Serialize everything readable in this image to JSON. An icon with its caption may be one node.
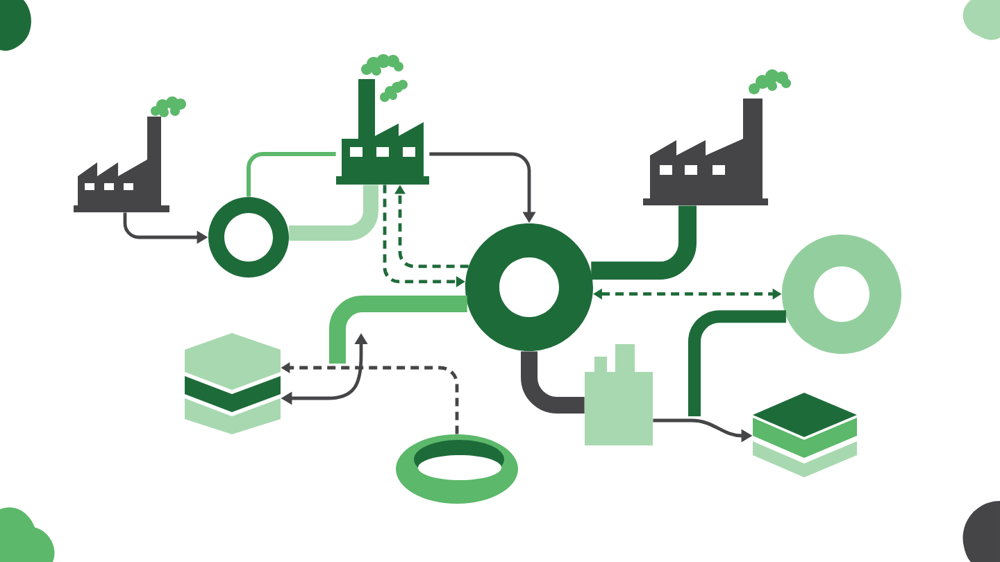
{
  "diagram": {
    "nodes": [
      {
        "text": [],
        "shape": "factory"
      },
      {
        "text": [],
        "shape": "ring"
      },
      {
        "text": [],
        "shape": "factory"
      },
      {
        "text": [],
        "shape": "ring"
      },
      {
        "text": [],
        "shape": "factory"
      },
      {
        "text": [],
        "shape": "ring"
      },
      {
        "text": [],
        "shape": "stack"
      },
      {
        "text": [],
        "shape": "ring"
      },
      {
        "text": [],
        "shape": "building"
      },
      {
        "text": [],
        "shape": "stack"
      }
    ],
    "edges": [
      {
        "from": 0,
        "to": 1,
        "arrow": "to"
      },
      {
        "from": 1,
        "to": 2,
        "arrow": "none",
        "color": "#5cb86a"
      },
      {
        "from": 1,
        "to": 2,
        "arrow": "none",
        "style": "thick",
        "color": "#a8d8b0"
      },
      {
        "from": 2,
        "to": 3,
        "arrow": "to"
      },
      {
        "from": 2,
        "to": 3,
        "arrow": "to",
        "style": "dashed",
        "color": "#1e6b3a"
      },
      {
        "from": 3,
        "to": 2,
        "arrow": "to",
        "style": "dashed",
        "color": "#1e6b3a"
      },
      {
        "from": 4,
        "to": 3,
        "arrow": "none",
        "style": "thick",
        "color": "#1e6b3a"
      },
      {
        "from": 3,
        "to": 5,
        "arrow": "both",
        "style": "dashed",
        "color": "#1e6b3a"
      },
      {
        "from": 3,
        "to": null,
        "arrow": "none",
        "style": "thick",
        "color": "#5cb86a"
      },
      {
        "from": 6,
        "to": null,
        "arrow": "both"
      },
      {
        "from": 7,
        "to": 6,
        "arrow": "to",
        "style": "dashed"
      },
      {
        "from": 3,
        "to": 8,
        "arrow": "none",
        "style": "thick"
      },
      {
        "from": 8,
        "to": 9,
        "arrow": "to"
      },
      {
        "from": 5,
        "to": null,
        "arrow": "none",
        "style": "thick",
        "color": "#1e6b3a"
      }
    ]
  }
}
